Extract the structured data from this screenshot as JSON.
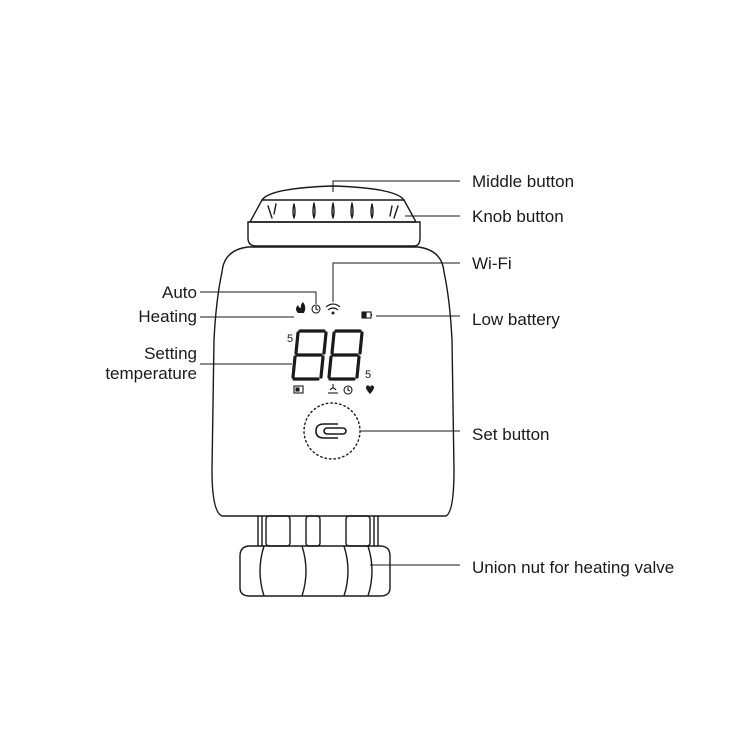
{
  "labels": {
    "middle_button": "Middle button",
    "knob_button": "Knob button",
    "wifi": "Wi-Fi",
    "low_battery": "Low battery",
    "set_button": "Set button",
    "union_nut": "Union nut for heating valve",
    "auto": "Auto",
    "heating": "Heating",
    "setting_temperature_line1": "Setting",
    "setting_temperature_line2": "temperature"
  },
  "display": {
    "digits": "88",
    "small_left": "5",
    "small_right": "5"
  },
  "icons": [
    "flame-icon",
    "clock-icon",
    "wifi-icon",
    "battery-icon",
    "window-icon",
    "heat-waves-icon",
    "timer-icon",
    "heart-icon",
    "set-button-logo-icon"
  ],
  "colors": {
    "outline": "#1a1a1a",
    "text": "#1a1a1a",
    "background": "#ffffff"
  }
}
